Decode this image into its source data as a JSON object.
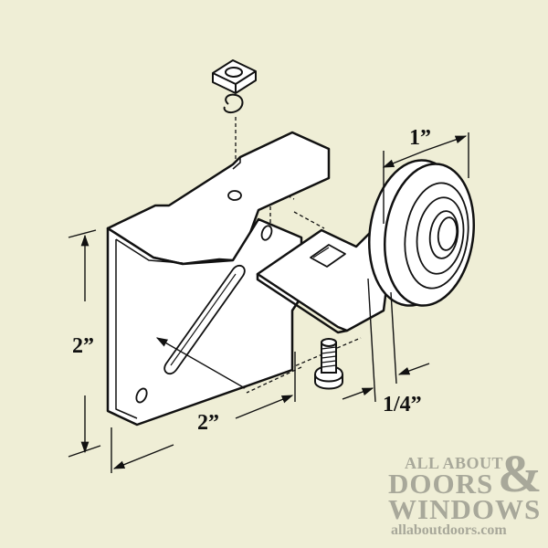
{
  "diagram": {
    "subject": "Sliding door roller bracket with nut, lock washer and bolt",
    "background_color": "#EFEED6",
    "line_color": "#111111",
    "parts": [
      "square-nut",
      "split-lock-washer",
      "mounting-bracket",
      "roller-bracket",
      "roller-wheel",
      "carriage-bolt"
    ],
    "dimensions": {
      "height_label": "2”",
      "width_label": "2”",
      "wheel_diameter_label": "1”",
      "wheel_thickness_label": "1/4”"
    }
  },
  "watermark": {
    "line1": "ALL ABOUT",
    "line2": "DOORS",
    "ampersand": "&",
    "line3": "WINDOWS",
    "url": "allaboutdoors.com",
    "color": "#A8A89A"
  }
}
